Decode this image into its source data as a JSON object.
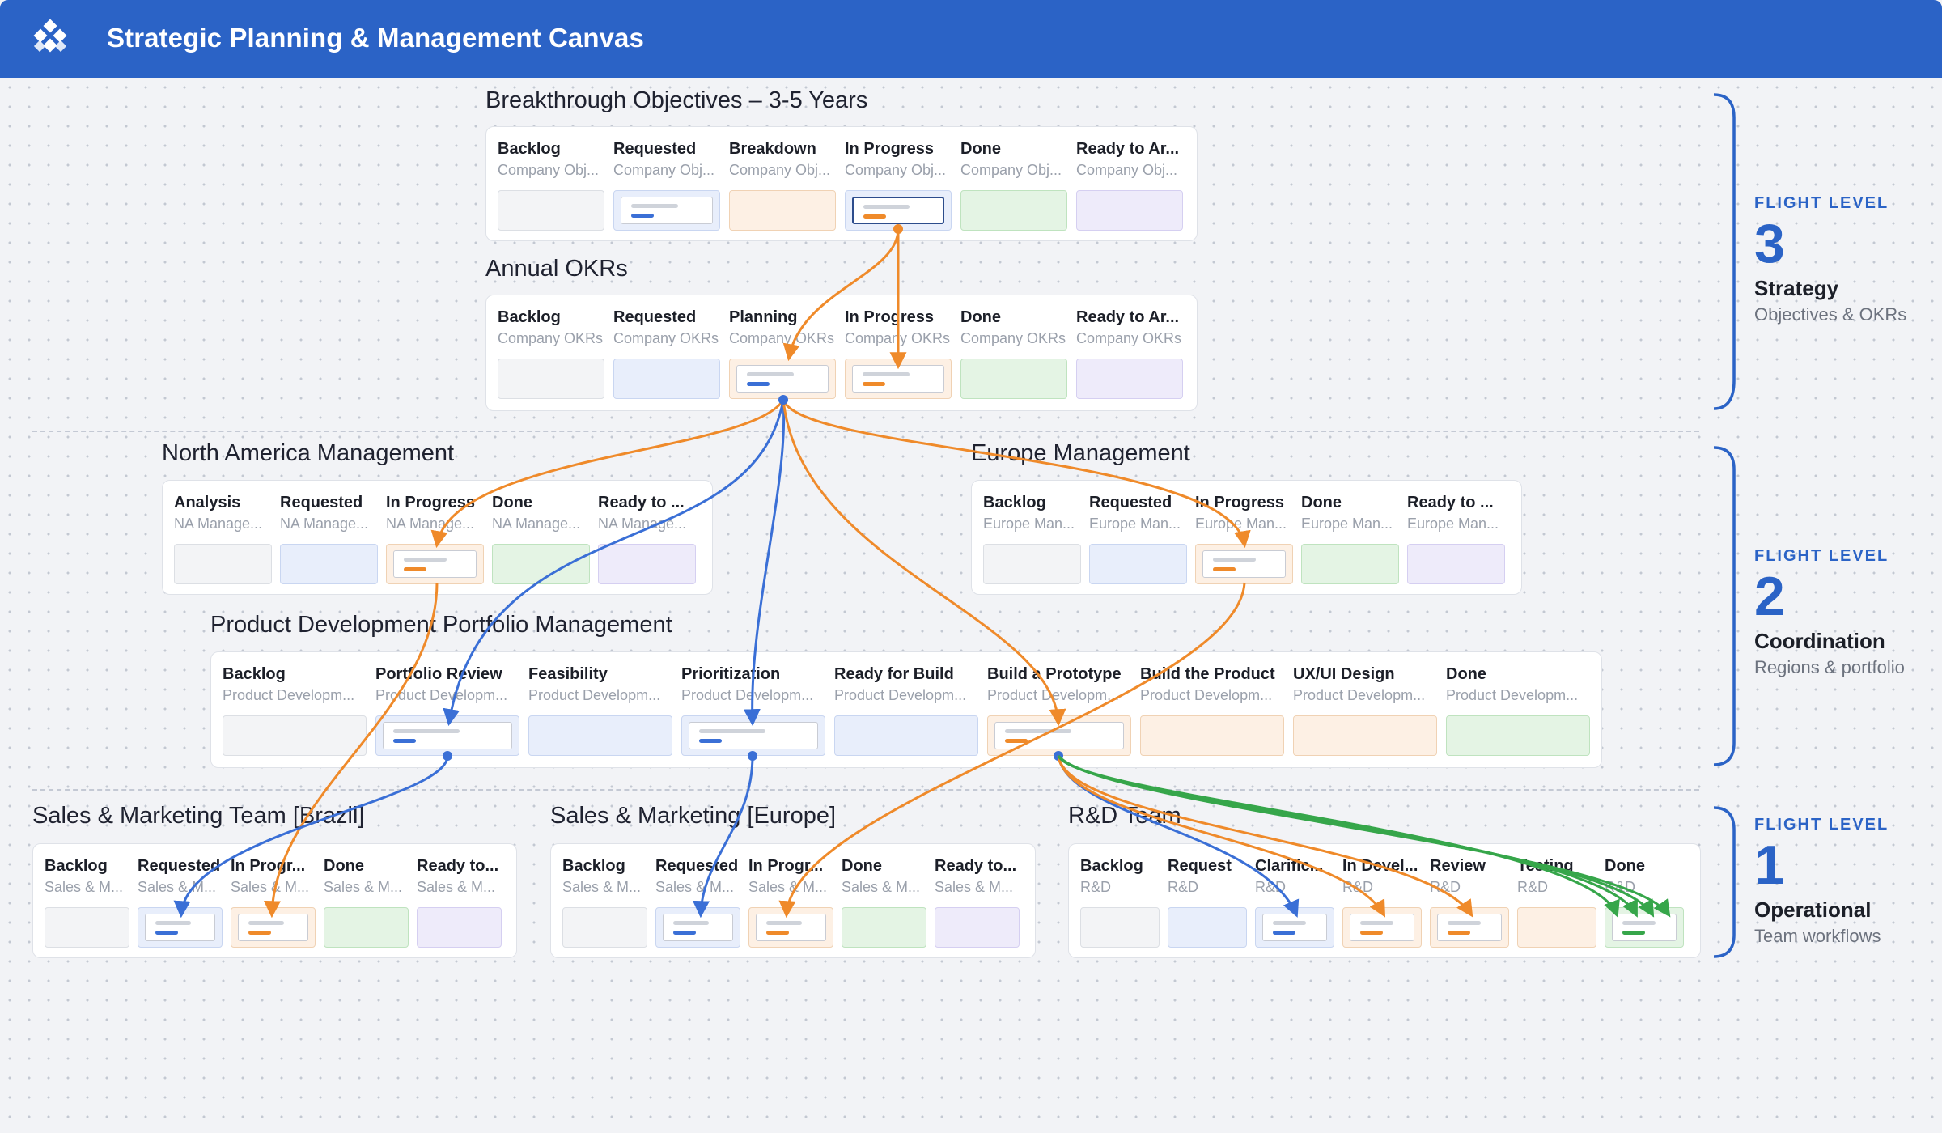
{
  "header": {
    "title": "Strategic Planning & Management Canvas",
    "logo_icon": "diamond-grid-logo-icon"
  },
  "colors": {
    "accent": "#2b63c6",
    "flow_orange": "#ef8a2a",
    "flow_blue": "#3a6fd6",
    "flow_green": "#36a64a"
  },
  "flight_levels": [
    {
      "kicker": "FLIGHT LEVEL",
      "number": "3",
      "name": "Strategy",
      "desc": "Objectives & OKRs"
    },
    {
      "kicker": "FLIGHT LEVEL",
      "number": "2",
      "name": "Coordination",
      "desc": "Regions & portfolio"
    },
    {
      "kicker": "FLIGHT LEVEL",
      "number": "1",
      "name": "Operational",
      "desc": "Team workflows"
    }
  ],
  "boards": [
    {
      "title": "Breakthrough Objectives – 3-5 Years",
      "columns": [
        {
          "name": "Backlog",
          "sub": "Company Obj...",
          "color": "gray"
        },
        {
          "name": "Requested",
          "sub": "Company Obj...",
          "color": "blue",
          "card": "blue"
        },
        {
          "name": "Breakdown",
          "sub": "Company Obj...",
          "color": "orange"
        },
        {
          "name": "In Progress",
          "sub": "Company Obj...",
          "color": "blue",
          "card": "orange",
          "selected": true
        },
        {
          "name": "Done",
          "sub": "Company Obj...",
          "color": "green"
        },
        {
          "name": "Ready to Ar...",
          "sub": "Company Obj...",
          "color": "purple"
        }
      ]
    },
    {
      "title": "Annual OKRs",
      "columns": [
        {
          "name": "Backlog",
          "sub": "Company OKRs",
          "color": "gray"
        },
        {
          "name": "Requested",
          "sub": "Company OKRs",
          "color": "blue"
        },
        {
          "name": "Planning",
          "sub": "Company OKRs",
          "color": "orange",
          "card": "blue"
        },
        {
          "name": "In Progress",
          "sub": "Company OKRs",
          "color": "orange",
          "card": "orange"
        },
        {
          "name": "Done",
          "sub": "Company OKRs",
          "color": "green"
        },
        {
          "name": "Ready to Ar...",
          "sub": "Company OKRs",
          "color": "purple"
        }
      ]
    },
    {
      "title": "North America Management",
      "columns": [
        {
          "name": "Analysis",
          "sub": "NA Manage...",
          "color": "gray"
        },
        {
          "name": "Requested",
          "sub": "NA Manage...",
          "color": "blue"
        },
        {
          "name": "In Progress",
          "sub": "NA Manage...",
          "color": "orange",
          "card": "orange"
        },
        {
          "name": "Done",
          "sub": "NA Manage...",
          "color": "green"
        },
        {
          "name": "Ready to ...",
          "sub": "NA Manage...",
          "color": "purple"
        }
      ]
    },
    {
      "title": "Europe Management",
      "columns": [
        {
          "name": "Backlog",
          "sub": "Europe Man...",
          "color": "gray"
        },
        {
          "name": "Requested",
          "sub": "Europe Man...",
          "color": "blue"
        },
        {
          "name": "In Progress",
          "sub": "Europe Man...",
          "color": "orange",
          "card": "orange"
        },
        {
          "name": "Done",
          "sub": "Europe Man...",
          "color": "green"
        },
        {
          "name": "Ready to ...",
          "sub": "Europe Man...",
          "color": "purple"
        }
      ]
    },
    {
      "title": "Product Development Portfolio Management",
      "columns": [
        {
          "name": "Backlog",
          "sub": "Product Developm...",
          "color": "gray"
        },
        {
          "name": "Portfolio Review",
          "sub": "Product Developm...",
          "color": "blue",
          "card": "blue"
        },
        {
          "name": "Feasibility",
          "sub": "Product Developm...",
          "color": "blue"
        },
        {
          "name": "Prioritization",
          "sub": "Product Developm...",
          "color": "blue",
          "card": "blue"
        },
        {
          "name": "Ready for Build",
          "sub": "Product Developm...",
          "color": "blue"
        },
        {
          "name": "Build a Prototype",
          "sub": "Product Developm...",
          "color": "orange",
          "card": "orange"
        },
        {
          "name": "Build the Product",
          "sub": "Product Developm...",
          "color": "orange"
        },
        {
          "name": "UX/UI Design",
          "sub": "Product Developm...",
          "color": "orange"
        },
        {
          "name": "Done",
          "sub": "Product Developm...",
          "color": "green"
        }
      ]
    },
    {
      "title": "Sales & Marketing Team [Brazil]",
      "columns": [
        {
          "name": "Backlog",
          "sub": "Sales & M...",
          "color": "gray"
        },
        {
          "name": "Requested",
          "sub": "Sales & M...",
          "color": "blue",
          "card": "blue"
        },
        {
          "name": "In Progr...",
          "sub": "Sales & M...",
          "color": "orange",
          "card": "orange"
        },
        {
          "name": "Done",
          "sub": "Sales & M...",
          "color": "green"
        },
        {
          "name": "Ready to...",
          "sub": "Sales & M...",
          "color": "purple"
        }
      ]
    },
    {
      "title": "Sales & Marketing [Europe]",
      "columns": [
        {
          "name": "Backlog",
          "sub": "Sales & M...",
          "color": "gray"
        },
        {
          "name": "Requested",
          "sub": "Sales & M...",
          "color": "blue",
          "card": "blue"
        },
        {
          "name": "In Progr...",
          "sub": "Sales & M...",
          "color": "orange",
          "card": "orange"
        },
        {
          "name": "Done",
          "sub": "Sales & M...",
          "color": "green"
        },
        {
          "name": "Ready to...",
          "sub": "Sales & M...",
          "color": "purple"
        }
      ]
    },
    {
      "title": "R&D Team",
      "columns": [
        {
          "name": "Backlog",
          "sub": "R&D",
          "color": "gray"
        },
        {
          "name": "Request",
          "sub": "R&D",
          "color": "blue"
        },
        {
          "name": "Clarific...",
          "sub": "R&D",
          "color": "blue",
          "card": "blue"
        },
        {
          "name": "In Devel...",
          "sub": "R&D",
          "color": "orange",
          "card": "orange"
        },
        {
          "name": "Review",
          "sub": "R&D",
          "color": "orange",
          "card": "orange"
        },
        {
          "name": "Testing",
          "sub": "R&D",
          "color": "orange"
        },
        {
          "name": "Done",
          "sub": "R&D",
          "color": "green",
          "card": "green"
        }
      ]
    }
  ]
}
